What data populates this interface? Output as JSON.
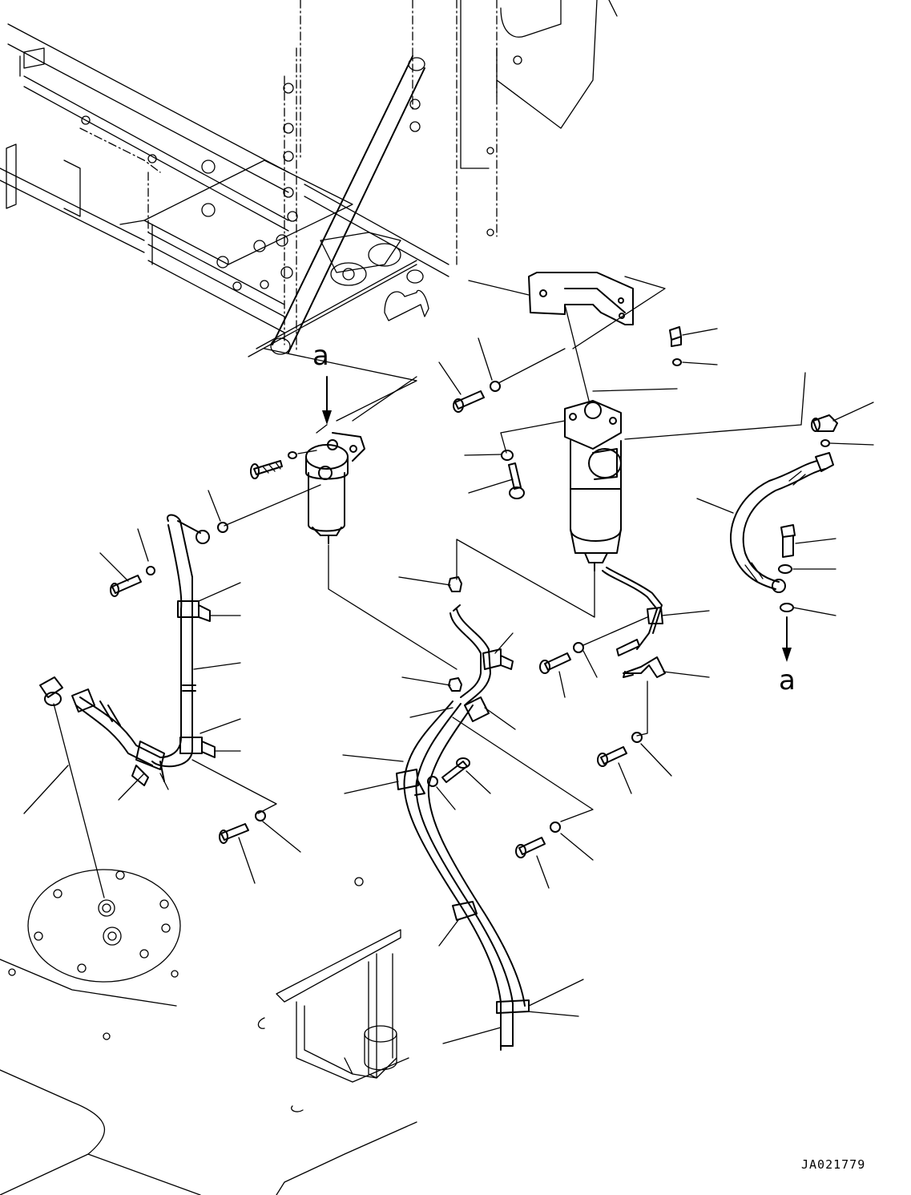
{
  "diagram": {
    "view_reference_top": "a",
    "view_reference_right": "a",
    "drawing_number": "JA021779"
  }
}
